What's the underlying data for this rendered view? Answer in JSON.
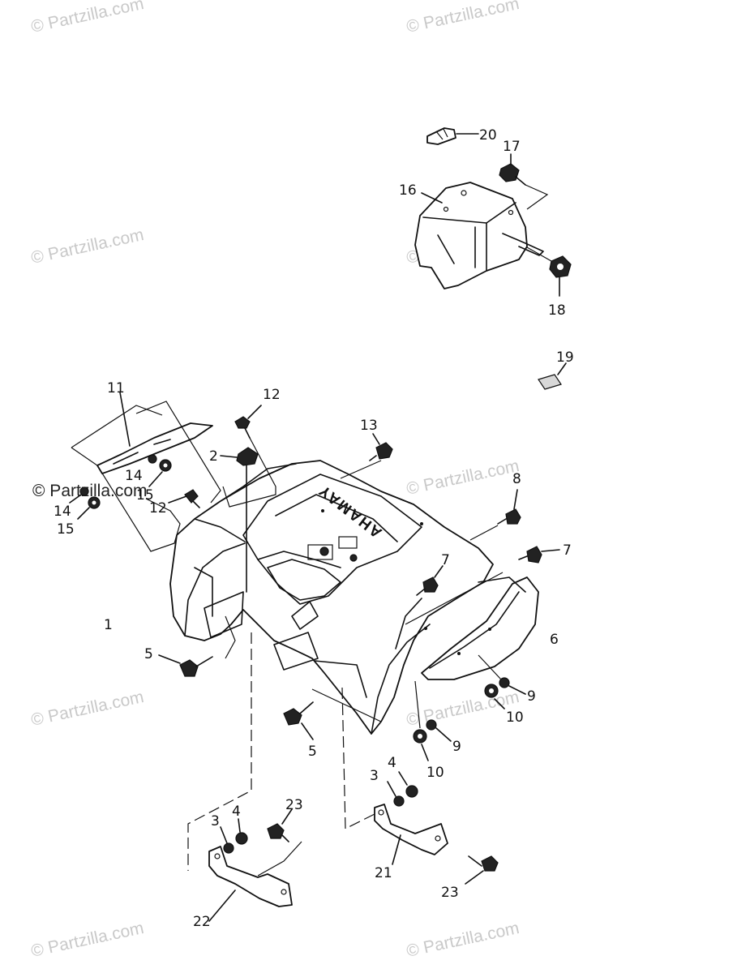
{
  "watermark": {
    "text": "© Partzilla.com",
    "color_light": "#c9c9c9",
    "color_dark": "#222222"
  },
  "brand_text": "YAMAHA",
  "callouts": {
    "c1": "1",
    "c2": "2",
    "c3a": "3",
    "c3b": "3",
    "c4a": "4",
    "c4b": "4",
    "c5a": "5",
    "c5b": "5",
    "c6": "6",
    "c7a": "7",
    "c7b": "7",
    "c8": "8",
    "c9a": "9",
    "c9b": "9",
    "c10a": "10",
    "c10b": "10",
    "c11": "11",
    "c12a": "12",
    "c12b": "12",
    "c13": "13",
    "c14a": "14",
    "c14b": "14",
    "c15a": "15",
    "c15b": "15",
    "c16": "16",
    "c17": "17",
    "c18": "18",
    "c19": "19",
    "c20": "20",
    "c21": "21",
    "c22": "22",
    "c23a": "23",
    "c23b": "23"
  }
}
